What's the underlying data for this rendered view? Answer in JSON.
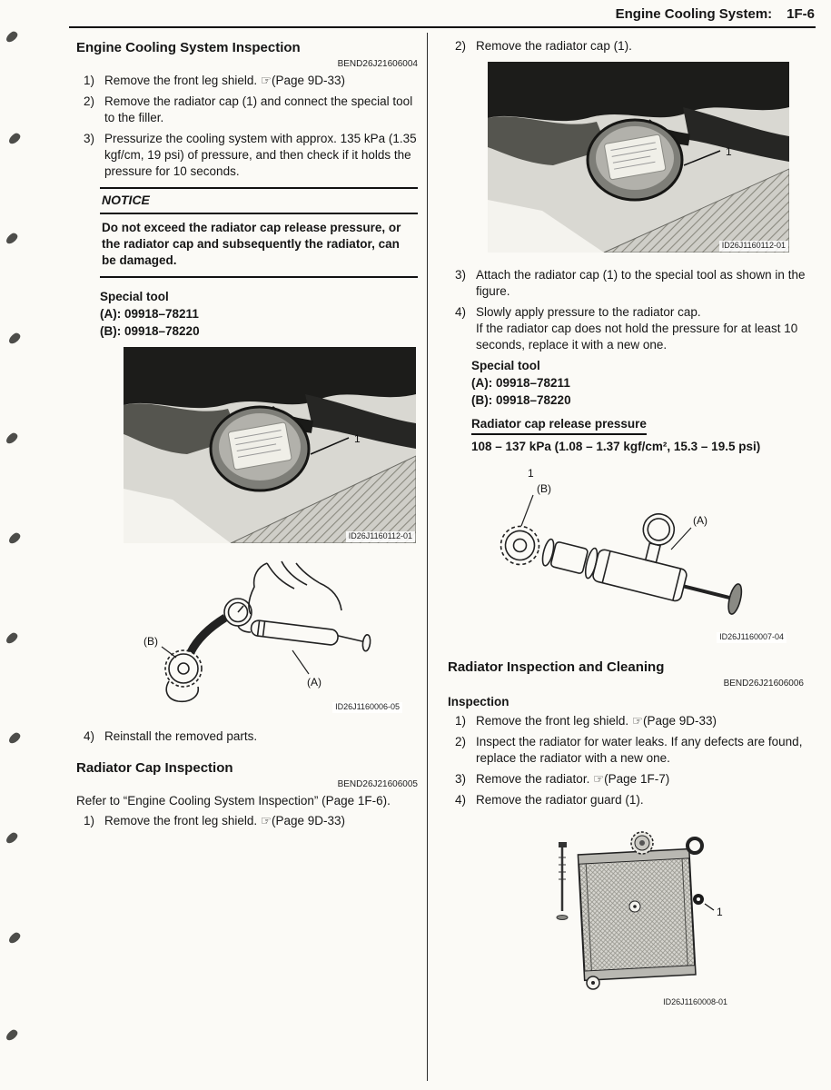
{
  "header": {
    "title": "Engine Cooling System:",
    "page": "1F-6"
  },
  "left": {
    "sec1": {
      "title": "Engine Cooling System Inspection",
      "code": "BEND26J21606004",
      "steps": [
        {
          "n": "1)",
          "t": "Remove the front leg shield. ☞(Page 9D-33)"
        },
        {
          "n": "2)",
          "t": "Remove the radiator cap (1) and connect the special tool to the filler."
        },
        {
          "n": "3)",
          "t": "Pressurize the cooling system with approx. 135 kPa (1.35 kgf/cm, 19 psi) of pressure, and then check if it holds the pressure for 10 seconds."
        }
      ],
      "notice": {
        "label": "NOTICE",
        "text": "Do not exceed the radiator cap release pressure, or the radiator cap and subsequently the radiator, can be damaged."
      },
      "special_tool": {
        "label": "Special tool",
        "line_a": "(A):  09918–78211",
        "line_b": "(B):  09918–78220"
      },
      "fig_photo": {
        "callout": "1",
        "code": "ID26J1160112-01"
      },
      "fig_tester": {
        "label_a": "(A)",
        "label_b": "(B)",
        "code": "ID26J1160006-05"
      },
      "step4": {
        "n": "4)",
        "t": "Reinstall the removed parts."
      }
    },
    "sec2": {
      "title": "Radiator Cap Inspection",
      "code": "BEND26J21606005",
      "intro": "Refer to “Engine Cooling System Inspection” (Page 1F-6).",
      "steps": [
        {
          "n": "1)",
          "t": "Remove the front leg shield. ☞(Page 9D-33)"
        }
      ]
    }
  },
  "right": {
    "sec3": {
      "steps": [
        {
          "n": "2)",
          "t": "Remove the radiator cap (1)."
        },
        {
          "n": "3)",
          "t": "Attach the radiator cap (1) to the special tool as shown in the figure."
        },
        {
          "n": "4)",
          "t": "Slowly apply pressure to the radiator cap.\nIf the radiator cap does not hold the pressure for at least 10 seconds, replace it with a new one."
        }
      ],
      "fig_photo": {
        "callout": "1",
        "code": "ID26J1160112-01"
      },
      "special_tool": {
        "label": "Special tool",
        "line_a": "(A):  09918–78211",
        "line_b": "(B):  09918–78220"
      },
      "release_pressure": {
        "heading": "Radiator cap release pressure",
        "value": "108 – 137 kPa (1.08 – 1.37 kgf/cm², 15.3 – 19.5 psi)"
      },
      "fig_tester": {
        "callout": "1",
        "label_a": "(A)",
        "label_b": "(B)",
        "code": "ID26J1160007-04"
      }
    },
    "sec4": {
      "title": "Radiator Inspection and Cleaning",
      "code": "BEND26J21606006",
      "subheading": "Inspection",
      "steps": [
        {
          "n": "1)",
          "t": "Remove the front leg shield. ☞(Page 9D-33)"
        },
        {
          "n": "2)",
          "t": "Inspect the radiator for water leaks. If any defects are found, replace the radiator with a new one."
        },
        {
          "n": "3)",
          "t": "Remove the radiator. ☞(Page 1F-7)"
        },
        {
          "n": "4)",
          "t": "Remove the radiator guard (1)."
        }
      ],
      "fig_radiator": {
        "callout": "1",
        "code": "ID26J1160008-01"
      }
    }
  }
}
